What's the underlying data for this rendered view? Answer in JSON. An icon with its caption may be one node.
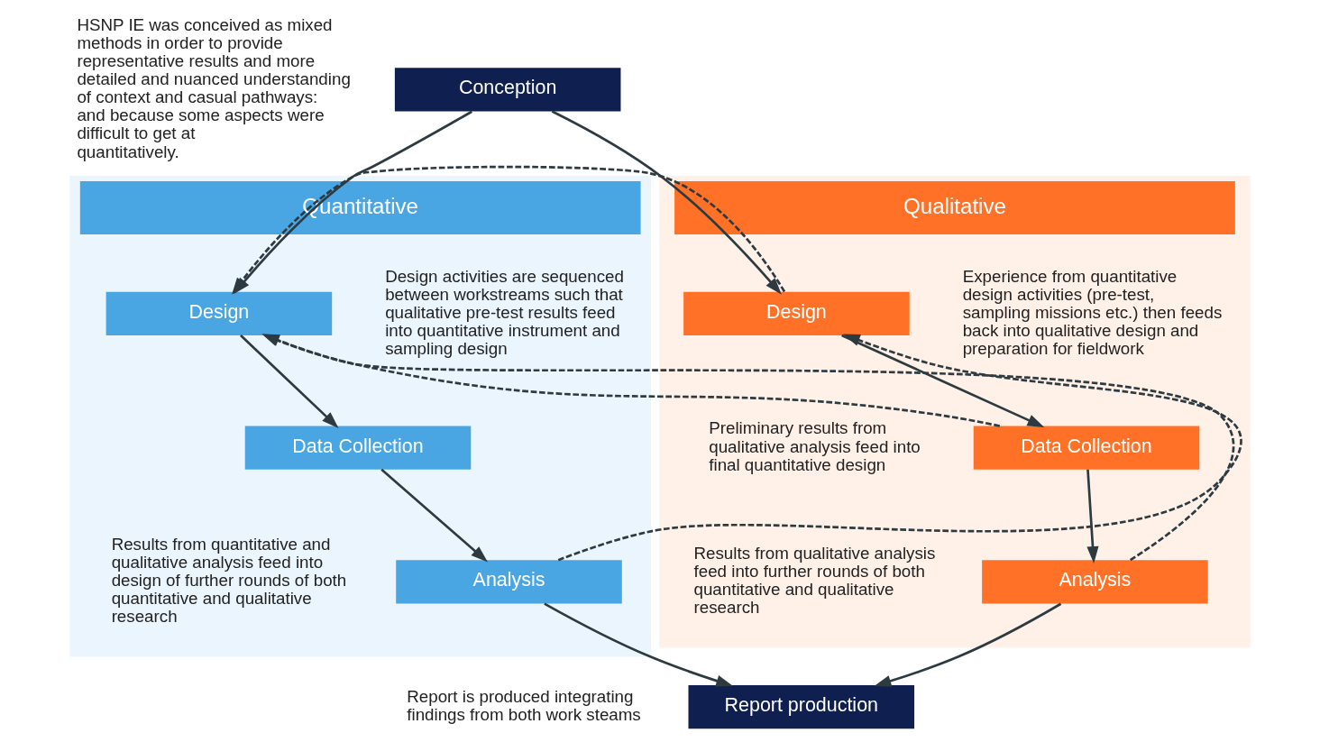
{
  "diagram": {
    "nodes": [
      {
        "text": [
          "Quantitative"
        ]
      },
      {
        "text": [
          "Qualitative"
        ]
      },
      {
        "text": [
          "Conception"
        ]
      },
      {
        "text": [
          "Design"
        ],
        "in": 0
      },
      {
        "text": [
          "Data Collection"
        ],
        "in": 0
      },
      {
        "text": [
          "Analysis"
        ],
        "in": 0
      },
      {
        "text": [
          "Design"
        ],
        "in": 1
      },
      {
        "text": [
          "Data Collection"
        ],
        "in": 1
      },
      {
        "text": [
          "Analysis"
        ],
        "in": 1
      },
      {
        "text": [
          "Report production"
        ]
      }
    ],
    "edges": [
      {
        "from": 2,
        "to": 3,
        "arrow": "to"
      },
      {
        "from": 2,
        "to": 6,
        "arrow": "to"
      },
      {
        "from": 3,
        "to": 4,
        "arrow": "to"
      },
      {
        "from": 4,
        "to": 5,
        "arrow": "to"
      },
      {
        "from": 6,
        "to": 7,
        "arrow": "to"
      },
      {
        "from": 7,
        "to": 8,
        "arrow": "to"
      },
      {
        "from": 6,
        "to": 3,
        "arrow": "to",
        "style": "dashed"
      },
      {
        "from": 7,
        "to": 3,
        "arrow": "to",
        "style": "dashed"
      },
      {
        "from": 8,
        "to": 3,
        "arrow": "to",
        "style": "dashed"
      },
      {
        "from": 5,
        "to": 6,
        "arrow": "to",
        "style": "dashed"
      },
      {
        "from": 5,
        "to": 9,
        "arrow": "to"
      },
      {
        "from": 8,
        "to": 9,
        "arrow": "to"
      }
    ],
    "labels": [
      "HSNP IE was conceived as mixed methods in order to provide representative results and more detailed and nuanced understanding of context and casual pathways: and because some aspects were difficult to get at quantitatively.",
      "Design activities are sequenced between workstreams such that qualitative pre-test results feed into quantitative instrument and sampling design",
      "Experience from quantitative design activities (pre-test, sampling missions etc.) then feeds back into qualitative design and preparation for fieldwork",
      "Preliminary results from qualitative analysis feed into final quantitative design",
      "Results from quantitative and qualitative analysis feed into design of further rounds of both quantitative and qualitative research",
      "Results from qualitative analysis feed into further rounds of both quantitative and qualitative research",
      "Report is produced integrating findings from both work steams"
    ]
  }
}
